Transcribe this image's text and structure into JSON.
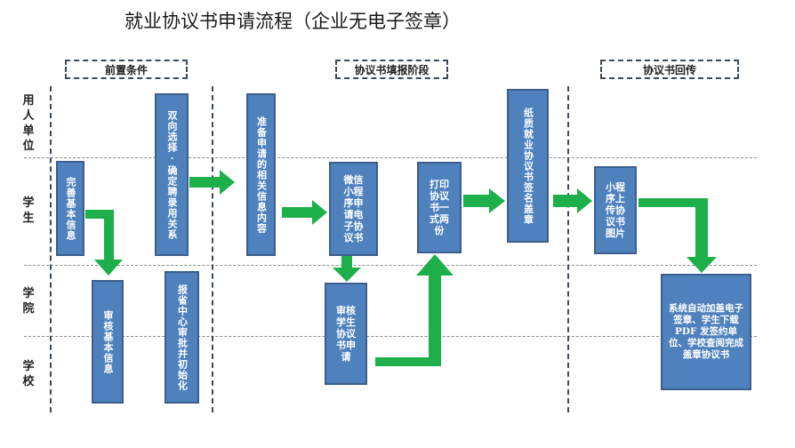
{
  "title": "就业协议书申请流程（企业无电子签章）",
  "phases": [
    {
      "label": "前置条件"
    },
    {
      "label": "协议书填报阶段"
    },
    {
      "label": "协议书回传"
    }
  ],
  "lanes": [
    {
      "label": "用人单位"
    },
    {
      "label": "学生"
    },
    {
      "label": "学院"
    },
    {
      "label": "学校"
    }
  ],
  "steps": {
    "complete_info": "完善基本信息",
    "mutual_selection": "双向选择·确定聘录用关系",
    "prepare_info": "准备申请的相关信息内容",
    "wechat_apply": "微信小程序申请电子协议书",
    "print_agreement": "打印协议书一式两份",
    "paper_sign": "纸质就业协议书签名盖章",
    "upload_image": "小程序上传协议书图片",
    "review_info": "审核基本信息",
    "report_center": "报省中心审批并初始化",
    "review_application": "审核学生协议书申请",
    "system_stamp": "系统自动加盖电子签章、学生下载 PDF 发签约单位、学校查阅完成盖章协议书"
  },
  "colors": {
    "box_fill": "#4f81bd",
    "box_border": "#3a5f8c",
    "arrow": "#1db04a"
  }
}
